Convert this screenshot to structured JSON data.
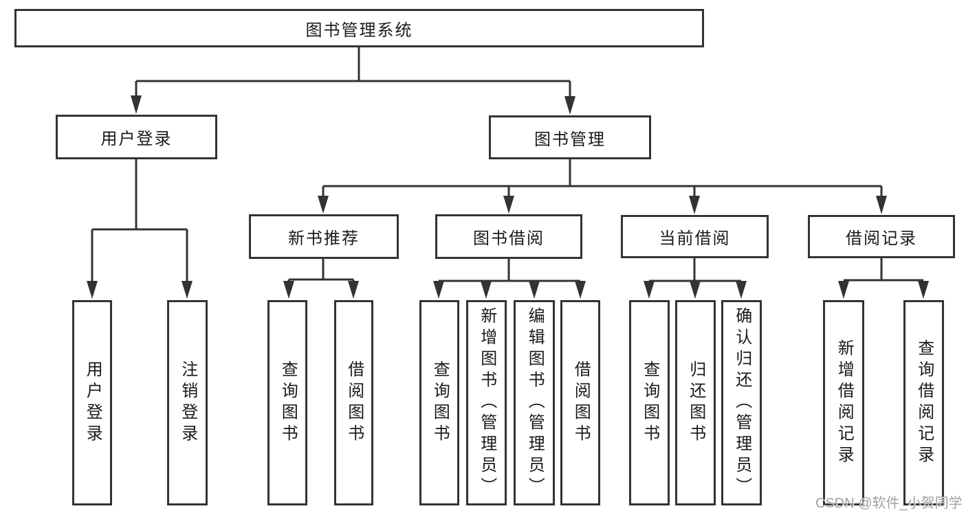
{
  "diagram": {
    "root": {
      "label": "图书管理系统"
    },
    "level2": [
      {
        "label": "用户登录"
      },
      {
        "label": "图书管理"
      }
    ],
    "level3": [
      {
        "label": "新书推荐"
      },
      {
        "label": "图书借阅"
      },
      {
        "label": "当前借阅"
      },
      {
        "label": "借阅记录"
      }
    ],
    "leaves": [
      {
        "label": "用户登录"
      },
      {
        "label": "注销登录"
      },
      {
        "label": "查询图书"
      },
      {
        "label": "借阅图书"
      },
      {
        "label": "查询图书"
      },
      {
        "label": "新增图书（管理员）"
      },
      {
        "label": "编辑图书（管理员）"
      },
      {
        "label": "借阅图书"
      },
      {
        "label": "查询图书"
      },
      {
        "label": "归还图书"
      },
      {
        "label": "确认归还（管理员）"
      },
      {
        "label": "新增借阅记录"
      },
      {
        "label": "查询借阅记录"
      }
    ]
  },
  "watermark": {
    "text": "CSDN @软件_小贺同学"
  },
  "colors": {
    "background": "#ffffff",
    "box_border": "#333333",
    "line": "#333333",
    "text": "#1a1a1a",
    "watermark": "#a0a0a0"
  }
}
